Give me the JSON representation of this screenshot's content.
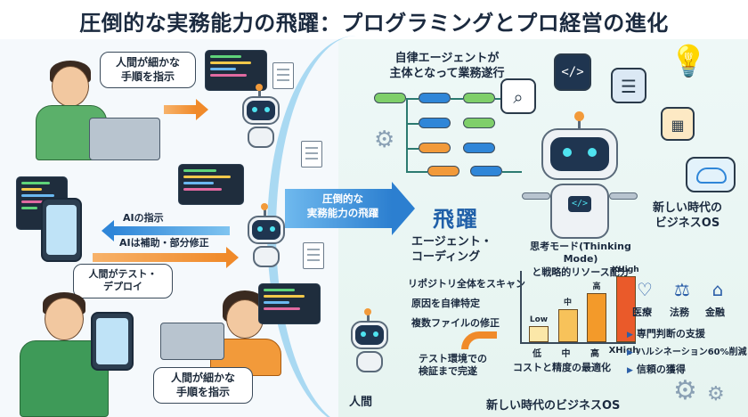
{
  "title": "圧倒的な実務能力の飛躍：プログラミングとプロ経営の進化",
  "left": {
    "bubble_top": "人間が細かな\n手順を指示",
    "ai_instruction": "AIの指示",
    "ai_support": "AIは補助・部分修正",
    "human_test": "人間がテスト・\nデプロイ",
    "bubble_bottom": "人間が細かな\n手順を指示"
  },
  "center": {
    "arrow_text_1": "圧倒的な",
    "arrow_text_2": "実務能力の飛躍",
    "leap": "飛躍"
  },
  "right": {
    "autonomous_1": "自律エージェントが",
    "autonomous_2": "主体となって業務遂行",
    "agent_coding_1": "エージェント・",
    "agent_coding_2": "コーディング",
    "steps": [
      "リポジトリ全体をスキャン",
      "原因を自律特定",
      "複数ファイルの修正",
      "テスト環境での",
      "検証まで完遂"
    ],
    "human": "人間",
    "thinking_1": "思考モード(Thinking Mode)",
    "thinking_2": "と戦略的リソース配分",
    "chart_caption": "コストと精度の最適化",
    "new_os_1": "新しい時代の",
    "new_os_2": "ビジネスOS",
    "domains": [
      "医療",
      "法務",
      "金融"
    ],
    "bullets": [
      "専門判断の支援",
      "ハルシネーション60%削減",
      "信頼の獲得"
    ],
    "footer": "新しい時代のビジネスOS"
  },
  "chart_data": {
    "type": "bar",
    "categories": [
      "低",
      "中",
      "高",
      "XHigh"
    ],
    "bar_labels": [
      "Low",
      "中",
      "高",
      "XHigh"
    ],
    "values": [
      1,
      2,
      3,
      4
    ],
    "ylim": [
      0,
      4
    ],
    "colors": [
      "#fbe7a8",
      "#f7c25a",
      "#f39a2a",
      "#ea5a2a"
    ],
    "caption": "コストと精度の最適化"
  },
  "colors": {
    "accent": "#2c7fd0",
    "orange": "#f08a2a",
    "teal": "#2c7a70",
    "title": "#1b2a3f"
  }
}
